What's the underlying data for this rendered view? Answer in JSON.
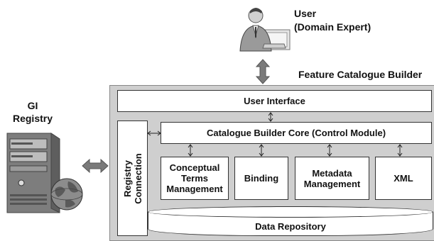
{
  "user": {
    "line1": "User",
    "line2": "(Domain Expert)"
  },
  "gi_registry": {
    "line1": "GI",
    "line2": "Registry"
  },
  "builder": {
    "title": "Feature Catalogue Builder",
    "user_interface": "User Interface",
    "core": "Catalogue Builder Core (Control Module)",
    "registry_connection": {
      "line1": "Registry",
      "line2": "Connection"
    },
    "modules": {
      "conceptual": {
        "line1": "Conceptual",
        "line2": "Terms",
        "line3": "Management"
      },
      "binding": "Binding",
      "metadata": {
        "line1": "Metadata",
        "line2": "Management"
      },
      "xml": "XML"
    },
    "data_repository": "Data Repository"
  }
}
